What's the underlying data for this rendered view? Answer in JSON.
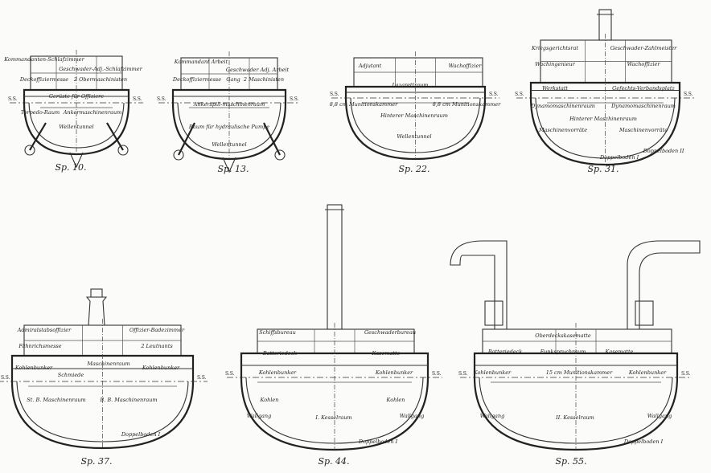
{
  "waterline_label": "S.S.",
  "sections": [
    {
      "caption": "Sp. 10.",
      "labels": [
        "Kommandanten-Schlafzimmer",
        "Geschwader-Adj.-Schlafzimmer",
        "Deckoffiziermesse",
        "2 Obermaschinisten",
        "Gerüste für Offiziere",
        "Torpedo-Raum",
        "Ankermaschinenraum",
        "Wellentunnel"
      ]
    },
    {
      "caption": "Sp. 13.",
      "labels": [
        "Kommandant Arbeit",
        "Geschwader Adj. Arbeit",
        "Deckoffiziermesse",
        "Gang",
        "2 Maschinisten",
        "Ankerspill-maschinenraum",
        "Raum für hydraulische Pumpe",
        "Wellentunnel"
      ]
    },
    {
      "caption": "Sp. 22.",
      "labels": [
        "Adjutant",
        "Wachoffizier",
        "Lazarettraum",
        "Hinterer Maschinenraum",
        "8,8 cm Munitionskammer",
        "8,8 cm Munitionskammer",
        "Wellentunnel"
      ]
    },
    {
      "caption": "Sp. 31.",
      "labels": [
        "Kriegsgerichtsrat",
        "Geschwader-Zahlmeister",
        "Wachingenieur",
        "Wachoffizier",
        "Werkstatt",
        "Gefechts-Verbandsplatz",
        "Dynamomaschinenraum",
        "Hinterer Maschinenraum",
        "Dynamomaschinenraum",
        "Maschinenvorräte",
        "Maschinenvorräte",
        "Doppelboden I",
        "Doppelboden II"
      ]
    },
    {
      "caption": "Sp. 37.",
      "labels": [
        "Admiralstabsoffizier",
        "Offizier-Badezimmer",
        "Fähnrichsmesse",
        "2 Leutnants",
        "Kohlenbunker",
        "Schmiede",
        "Maschinenraum",
        "Kohlenbunker",
        "St. B. Maschinenraum",
        "B. B. Maschinenraum",
        "Doppelboden I"
      ]
    },
    {
      "caption": "Sp. 44.",
      "labels": [
        "Schiffsbureau",
        "Geschwaderbureau",
        "Batteriedeck",
        "Kasematte",
        "Kohlenbunker",
        "Kohlenbunker",
        "Kohlen",
        "Kohlen",
        "I. Kesselraum",
        "Wallgang",
        "Wallgang",
        "Doppelboden I"
      ]
    },
    {
      "caption": "Sp. 55.",
      "labels": [
        "Oberdeckskasematte",
        "Batteriedeck",
        "Funkspruchraum",
        "Kasematte",
        "Kohlenbunker",
        "15 cm Munitionskammer",
        "Kohlenbunker",
        "II. Kesselraum",
        "Wallgang",
        "Wallgang",
        "Doppelboden I"
      ]
    }
  ]
}
